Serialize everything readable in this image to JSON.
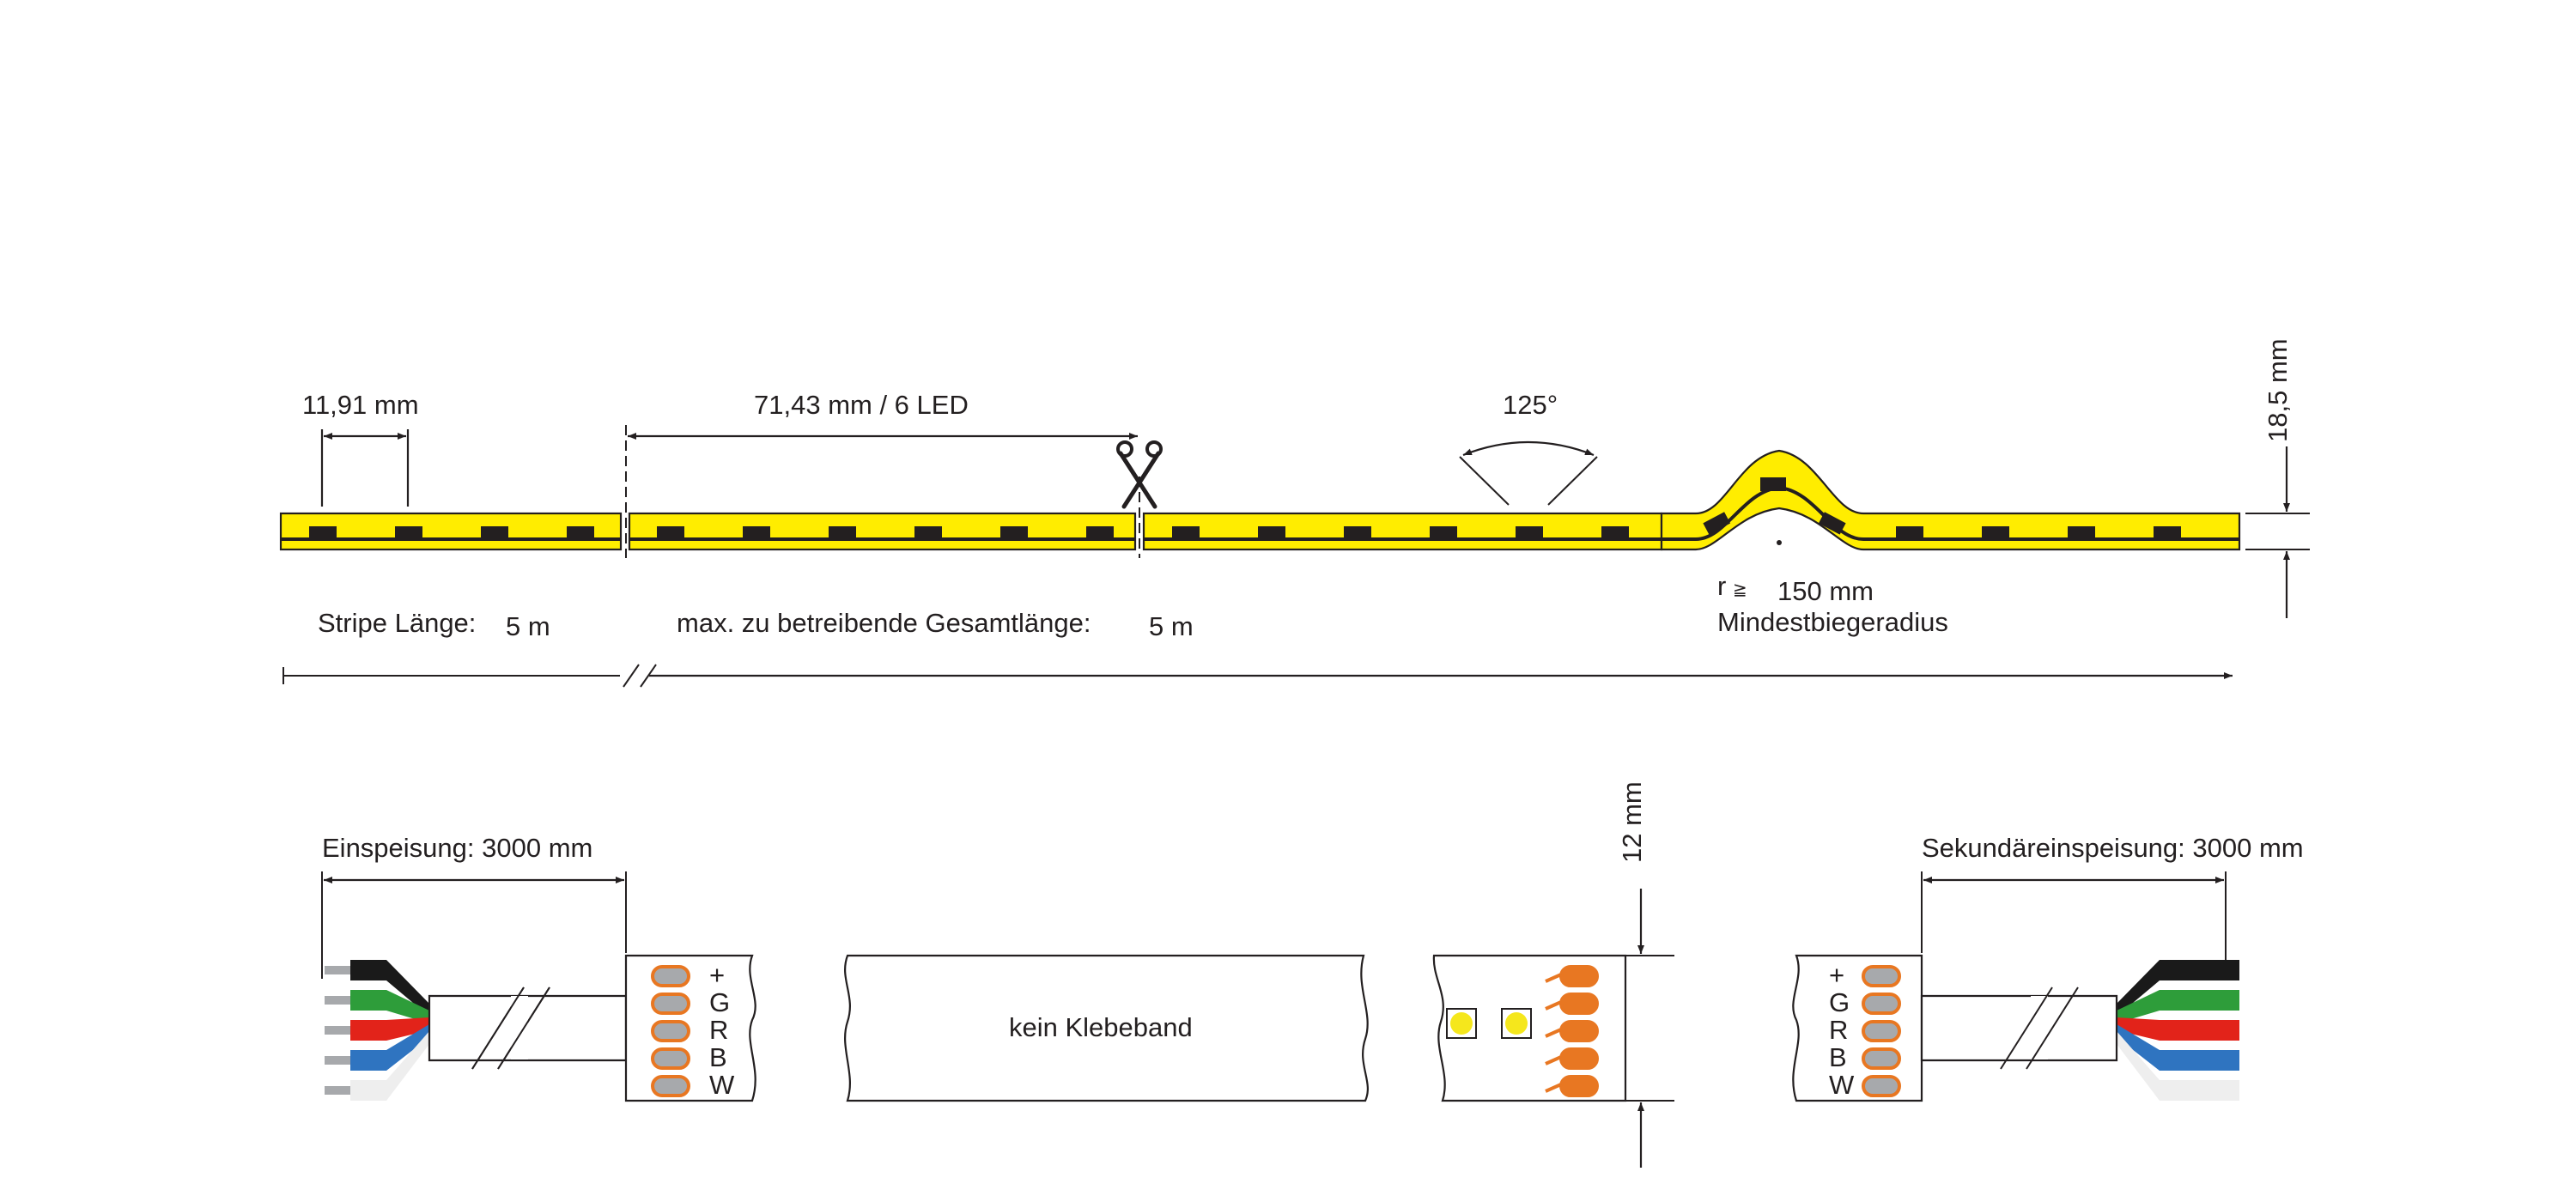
{
  "top": {
    "led_pitch": "11,91 mm",
    "segment": "71,43 mm / 6 LED",
    "beam_angle": "125°",
    "height": "18,5 mm",
    "radius_symbol": "r",
    "radius_relation": "≧",
    "radius_value": "150 mm",
    "radius_caption": "Mindestbiegeradius",
    "stripe_label": "Stripe Länge:",
    "stripe_value": "5 m",
    "max_label": "max. zu betreibende Gesamtlänge:",
    "max_value": "5 m"
  },
  "bottom": {
    "feed_label": "Einspeisung: 3000 mm",
    "secondary_label": "Sekundäreinspeisung: 3000 mm",
    "width_label": "12 mm",
    "no_tape_label": "kein Klebeband",
    "pins": [
      "+",
      "G",
      "R",
      "B",
      "W"
    ]
  },
  "colors": {
    "strip": "#ffed00",
    "led": "#231f20",
    "pad_copper": "#e87722",
    "pad_gray": "#a7a9ac",
    "wire_black": "#1a1a1a",
    "wire_green": "#2e9d3a",
    "wire_red": "#e2231a",
    "wire_blue": "#2f74c0",
    "wire_white": "#eeeeee",
    "led_chip": "#f5e71c"
  }
}
